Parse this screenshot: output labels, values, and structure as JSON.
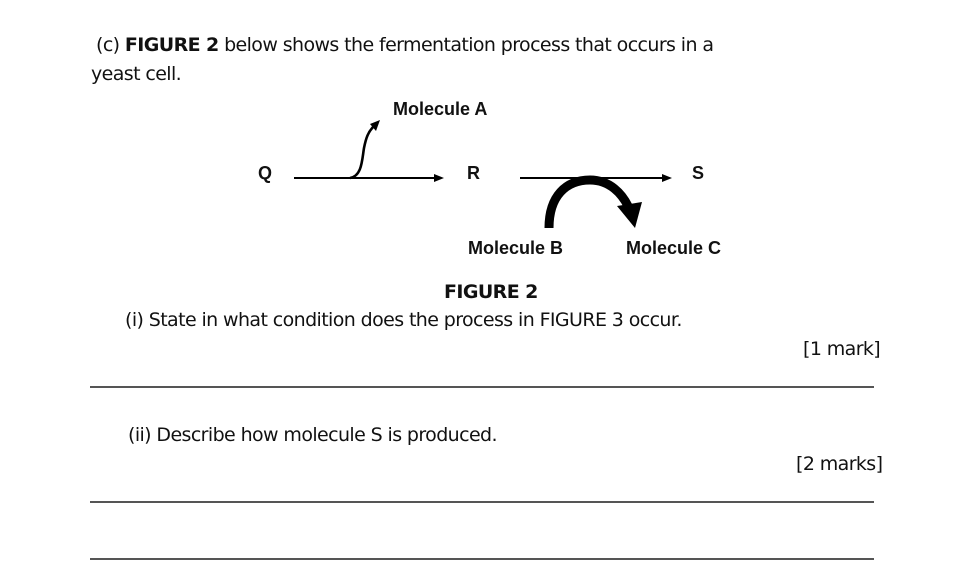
{
  "question": {
    "intro_prefix": "(c) ",
    "intro_bold": "FIGURE 2",
    "intro_rest": " below shows the fermentation process that occurs in a",
    "intro_line2": "yeast cell."
  },
  "figure": {
    "caption": "FIGURE 2",
    "nodes": {
      "q": "Q",
      "r": "R",
      "s": "S"
    },
    "molecules": {
      "a": "Molecule A",
      "b": "Molecule B",
      "c": "Molecule C"
    }
  },
  "parts": [
    {
      "text": "(i) State in what condition does the process in FIGURE 3 occur.",
      "marks": "[1 mark]",
      "answer_lines": 1
    },
    {
      "text": "(ii) Describe how molecule S is produced.",
      "marks": "[2 marks]",
      "answer_lines": 2
    }
  ]
}
